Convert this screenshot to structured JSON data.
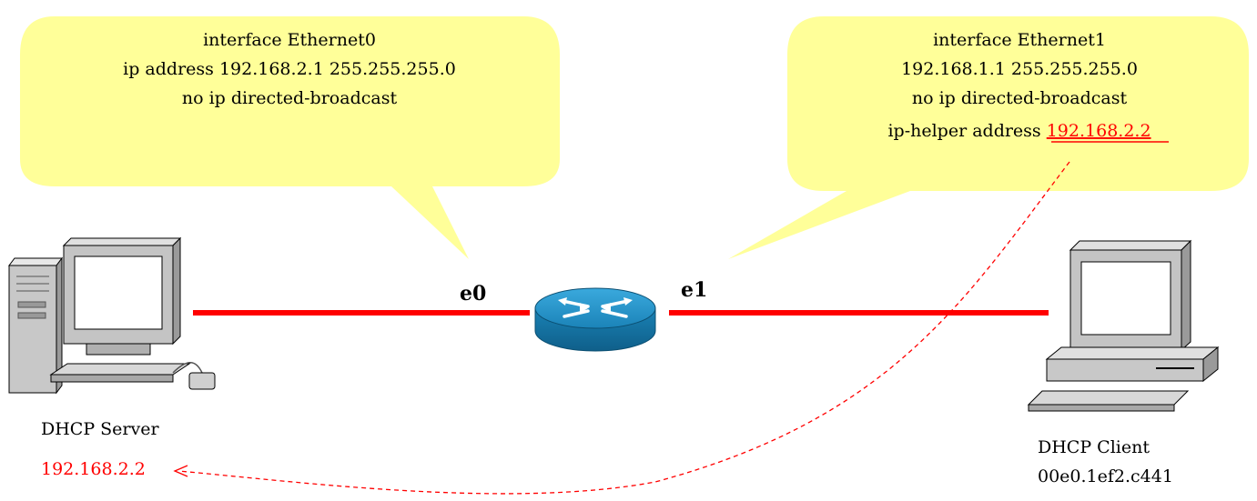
{
  "callouts": {
    "left": {
      "lines": [
        "interface Ethernet0",
        "ip address 192.168.2.1 255.255.255.0",
        "no ip directed-broadcast"
      ]
    },
    "right": {
      "lines": [
        "interface Ethernet1",
        "192.168.1.1 255.255.255.0",
        "no ip directed-broadcast"
      ],
      "helper_prefix": "ip-helper address ",
      "helper_ip": "192.168.2.2"
    }
  },
  "ports": {
    "left": "e0",
    "right": "e1"
  },
  "server": {
    "label": "DHCP Server",
    "ip": "192.168.2.2"
  },
  "client": {
    "label": "DHCP Client",
    "mac": "00e0.1ef2.c441"
  },
  "colors": {
    "callout_fill": "#ffff99",
    "link": "#ff0000",
    "router": "#1c8fc0",
    "highlight": "#ff0000"
  }
}
